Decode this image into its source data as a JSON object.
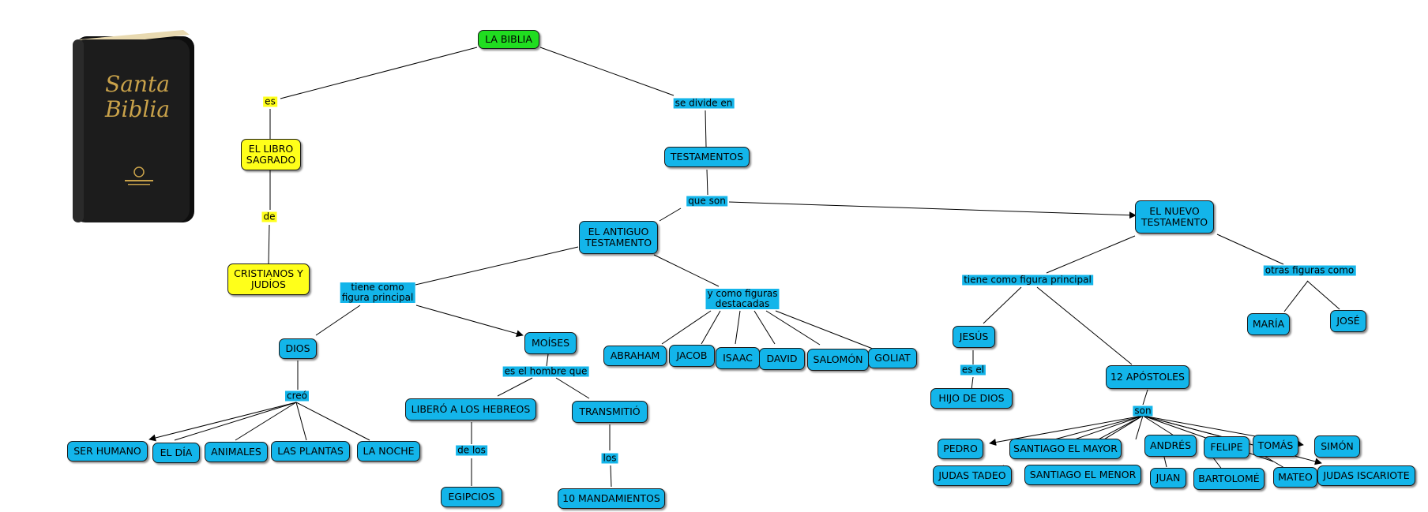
{
  "nodes": {
    "la_biblia": "LA BIBLIA",
    "libro_sagrado": "EL LIBRO\nSAGRADO",
    "cristianos": "CRISTIANOS Y\nJUDÍOS",
    "testamentos": "TESTAMENTOS",
    "antiguo": "EL ANTIGUO\nTESTAMENTO",
    "nuevo": "EL NUEVO\nTESTAMENTO",
    "dios": "DIOS",
    "moises": "MOÍSES",
    "ser_humano": "SER HUMANO",
    "el_dia": "EL DÍA",
    "animales": "ANIMALES",
    "las_plantas": "LAS PLANTAS",
    "la_noche": "LA NOCHE",
    "libero": "LIBERÓ A LOS HEBREOS",
    "transmitio": "TRANSMITIÓ",
    "egipcios": "EGIPCIOS",
    "mandamientos": "10 MANDAMIENTOS",
    "abraham": "ABRAHAM",
    "jacob": "JACOB",
    "isaac": "ISAAC",
    "david": "DAVID",
    "salomon": "SALOMÓN",
    "goliat": "GOLIAT",
    "jesus": "JESÚS",
    "hijo_de_dios": "HIJO DE DIOS",
    "apostoles": "12 APÓSTOLES",
    "maria": "MARÍA",
    "jose": "JOSÉ",
    "pedro": "PEDRO",
    "santiago_mayor": "SANTIAGO EL MAYOR",
    "andres": "ANDRÉS",
    "felipe": "FELIPE",
    "tomas": "TOMÁS",
    "simon": "SIMÓN",
    "judas_tadeo": "JUDAS TADEO",
    "santiago_menor": "SANTIAGO EL MENOR",
    "juan": "JUAN",
    "bartolome": "BARTOLOMÉ",
    "mateo": "MATEO",
    "judas_iscariote": "JUDAS ISCARIOTE"
  },
  "labels": {
    "es": "es",
    "de": "de",
    "se_divide_en": "se divide en",
    "que_son": "que son",
    "tiene_como_fp": "tiene como\nfigura principal",
    "y_como_figuras": "y como figuras\ndestacadas",
    "creo": "creó",
    "es_el_hombre_que": "es el hombre que",
    "de_los": "de los",
    "los": "los",
    "tiene_como_fp_nt": "tiene como figura principal",
    "otras_figuras": "otras figuras como",
    "es_el": "es el",
    "son": "son"
  },
  "image": {
    "book_title_line1": "Santa",
    "book_title_line2": "Biblia"
  },
  "colors": {
    "node_blue": "#13b5ea",
    "root_green": "#20dd20",
    "highlight_yellow": "#ffff1a",
    "book_black": "#1c1c1c",
    "book_gold": "#c9a24a",
    "page_edge": "#e8d9b0"
  }
}
